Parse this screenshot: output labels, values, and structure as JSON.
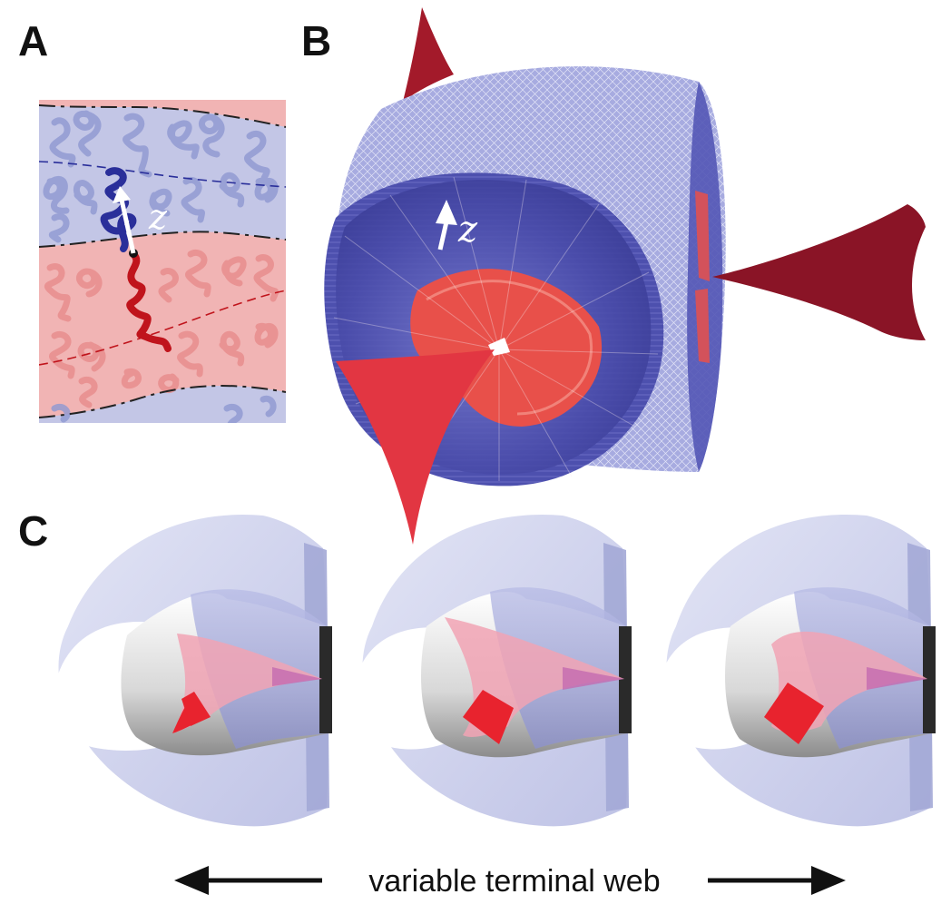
{
  "panels": {
    "a": {
      "letter": "A",
      "axis_label": "z"
    },
    "b": {
      "letter": "B",
      "axis_label": "z"
    },
    "c": {
      "letter": "C",
      "caption": "variable terminal web"
    }
  },
  "colors": {
    "blue_domain": "#c3c6e6",
    "red_domain": "#f1b4b4",
    "blue_chain": "#8f98d2",
    "red_chain": "#e88c8c",
    "dark_blue": "#2a2f9a",
    "dark_red": "#c0141c",
    "membrane_blue": "#5a5cb4",
    "membrane_red": "#e8504a",
    "web_dark_red": "#8a1426",
    "web_red": "#e23642",
    "shell_blue": "#c8cce8"
  },
  "icons": [
    "up-arrow-icon",
    "left-arrow-icon",
    "right-arrow-icon"
  ]
}
